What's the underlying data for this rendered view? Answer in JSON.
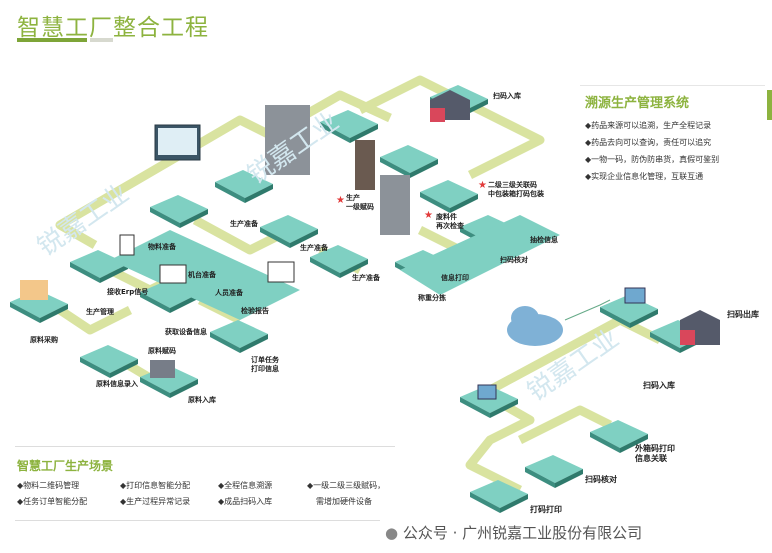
{
  "header": {
    "title": "智慧工厂整合工程"
  },
  "colors": {
    "accent": "#8db33f",
    "platform": "#7fd0c2",
    "platform_dark": "#2f7a6c",
    "conveyor": "#d9e3a0",
    "star": "#e23b3b"
  },
  "watermark": "锐嘉工业",
  "panel": {
    "title": "溯源生产管理系统",
    "items": [
      "◆药品来源可以追溯，生产全程记录",
      "◆药品去向可以查询，责任可以追究",
      "◆一物一码，防伪防串货，真假可鉴别",
      "◆实现企业信息化管理，互联互通"
    ]
  },
  "bottom": {
    "title": "智慧工厂生产场景",
    "items": [
      "◆物料二维码管理",
      "◆任务订单智能分配",
      "◆打印信息智能分配",
      "◆生产过程异常记录",
      "◆全程信息溯源",
      "◆成品扫码入库",
      "◆一级二级三级赋码，",
      "需增加硬件设备"
    ]
  },
  "labels": {
    "scan_in_top": "扫码入库",
    "level23_a": "二级三级关联码",
    "level23_b": "中包装箱打码包装",
    "prod_a": "生产",
    "prod_b": "一级赋码",
    "waste_a": "废料件",
    "waste_b": "再次检查",
    "sample": "抽检信息",
    "scan_check": "扫码核对",
    "info_print": "信息打印",
    "weigh": "称重分拣",
    "prep1": "生产准备",
    "prep2": "生产准备",
    "prep3": "生产准备",
    "material_prep": "物料准备",
    "erp": "接收Erp信号",
    "machine_prep": "机台准备",
    "staff_prep": "人员准备",
    "inspection": "检验报告",
    "prod_mgmt": "生产管理",
    "device_info": "获取设备信息",
    "purchase": "原料采购",
    "raw_code": "原料赋码",
    "order_a": "订单任务",
    "order_b": "打印信息",
    "raw_entry": "原料信息录入",
    "raw_in": "原料入库",
    "scan_out": "扫码出库",
    "scan_in_right": "扫码入库",
    "outer_a": "外箱码打印",
    "outer_b": "信息关联",
    "scan_check_right": "扫码核对",
    "print_code": "打码打印"
  },
  "footer": "公众号 · 广州锐嘉工业股份有限公司"
}
